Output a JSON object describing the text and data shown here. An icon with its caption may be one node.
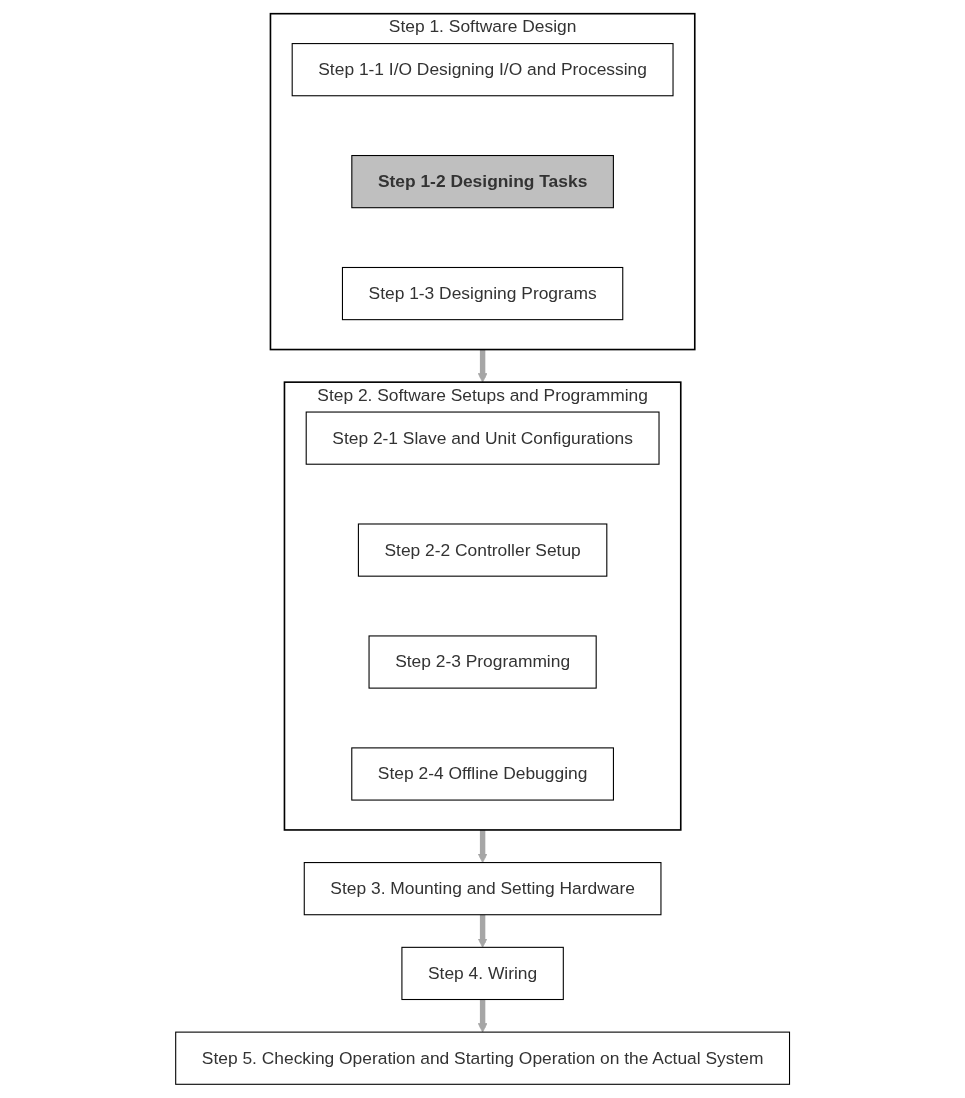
{
  "diagram": {
    "nodes": [
      {
        "text": [
          "Step 1. Software Design"
        ]
      },
      {
        "text": [
          "Step 1-1 I/O Designing I/O and Processing"
        ],
        "in": 0
      },
      {
        "text": [
          "Step 1-2 Designing Tasks"
        ],
        "in": 0
      },
      {
        "text": [
          "Step 1-3 Designing Programs"
        ],
        "in": 0
      },
      {
        "text": [
          "Step 2. Software Setups and Programming"
        ]
      },
      {
        "text": [
          "Step 2-1 Slave and Unit Configurations"
        ],
        "in": 4
      },
      {
        "text": [
          "Step 2-2 Controller Setup"
        ],
        "in": 4
      },
      {
        "text": [
          "Step 2-3 Programming"
        ],
        "in": 4
      },
      {
        "text": [
          "Step 2-4 Offline Debugging"
        ],
        "in": 4
      },
      {
        "text": [
          "Step 3. Mounting and Setting Hardware"
        ]
      },
      {
        "text": [
          "Step 4. Wiring"
        ]
      },
      {
        "text": [
          "Step 5. Checking Operation and Starting Operation on the Actual System"
        ]
      }
    ],
    "edges": [
      {
        "from": 0,
        "to": 4,
        "arrow": "to"
      },
      {
        "from": 4,
        "to": 9,
        "arrow": "to"
      },
      {
        "from": 9,
        "to": 10,
        "arrow": "to"
      },
      {
        "from": 10,
        "to": 11,
        "arrow": "to"
      }
    ]
  }
}
